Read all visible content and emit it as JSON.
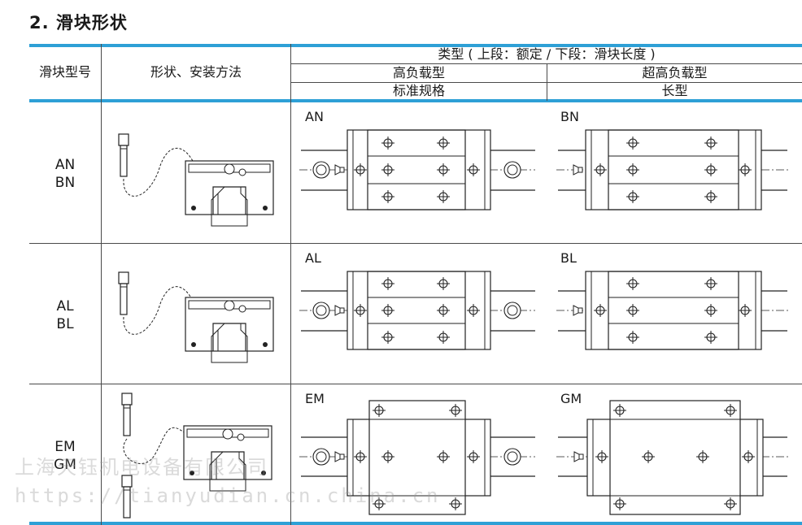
{
  "title": "2. 滑块形状",
  "table": {
    "col_model": "滑块型号",
    "col_shape": "形状、安装方法",
    "col_type": "类型 ( 上段：额定 / 下段：滑块长度 )",
    "sub_high_load": "高负载型",
    "sub_ultra_high_load": "超高负载型",
    "sub_standard": "标准规格",
    "sub_long": "长型",
    "rows": [
      {
        "models": [
          "AN",
          "BN"
        ],
        "left_code": "AN",
        "right_code": "BN"
      },
      {
        "models": [
          "AL",
          "BL"
        ],
        "left_code": "AL",
        "right_code": "BL"
      },
      {
        "models": [
          "EM",
          "GM"
        ],
        "left_code": "EM",
        "right_code": "GM"
      }
    ]
  },
  "watermark": {
    "company": "上海天钰机电设备有限公司",
    "url": "https://tianyudian.cn.china.cn"
  },
  "colors": {
    "accent": "#2ea0d6",
    "line": "#4a4a4a"
  }
}
